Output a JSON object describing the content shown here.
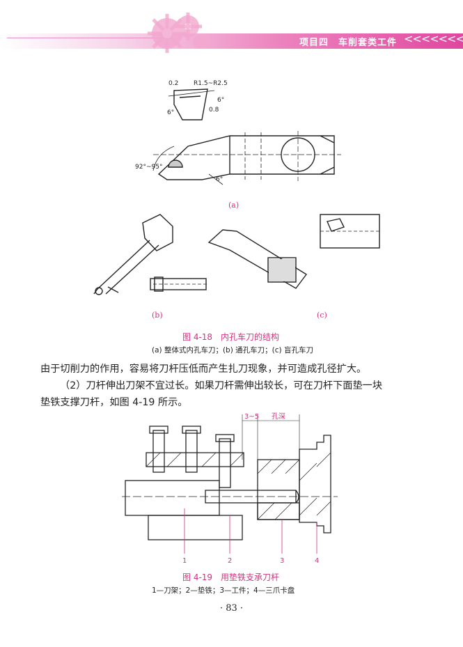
{
  "header": {
    "title": "项目四　车削套类工件",
    "arrows": "<<<<<<<"
  },
  "fig18": {
    "dims": {
      "a1": "0.2",
      "a2": "R1.5~R2.5",
      "a3": "6°",
      "a4": "0.8",
      "a5": "6°",
      "a6": "92°~95°",
      "a7": "6°"
    },
    "label_a": "(a)",
    "label_b": "(b)",
    "label_c": "(c)",
    "caption": "图 4-18　内孔车刀的结构",
    "subcaption": "(a) 整体式内孔车刀；(b) 通孔车刀；(c) 盲孔车刀"
  },
  "text": {
    "line1": "由于切削力的作用，容易将刀杆压低而产生扎刀现象，并可造成孔径扩大。",
    "line2": "（2）刀杆伸出刀架不宜过长。如果刀杆需伸出较长，可在刀杆下面垫一块",
    "line3": "垫铁支撑刀杆，如图 4-19 所示。"
  },
  "fig19": {
    "dim1": "3~5",
    "dim2": "孔深",
    "n1": "1",
    "n2": "2",
    "n3": "3",
    "n4": "4",
    "caption": "图 4-19　用垫铁支承刀杆",
    "subcaption": "1—刀架；2—垫铁；3—工件；4—三爪卡盘"
  },
  "page_number": "· 83 ·"
}
